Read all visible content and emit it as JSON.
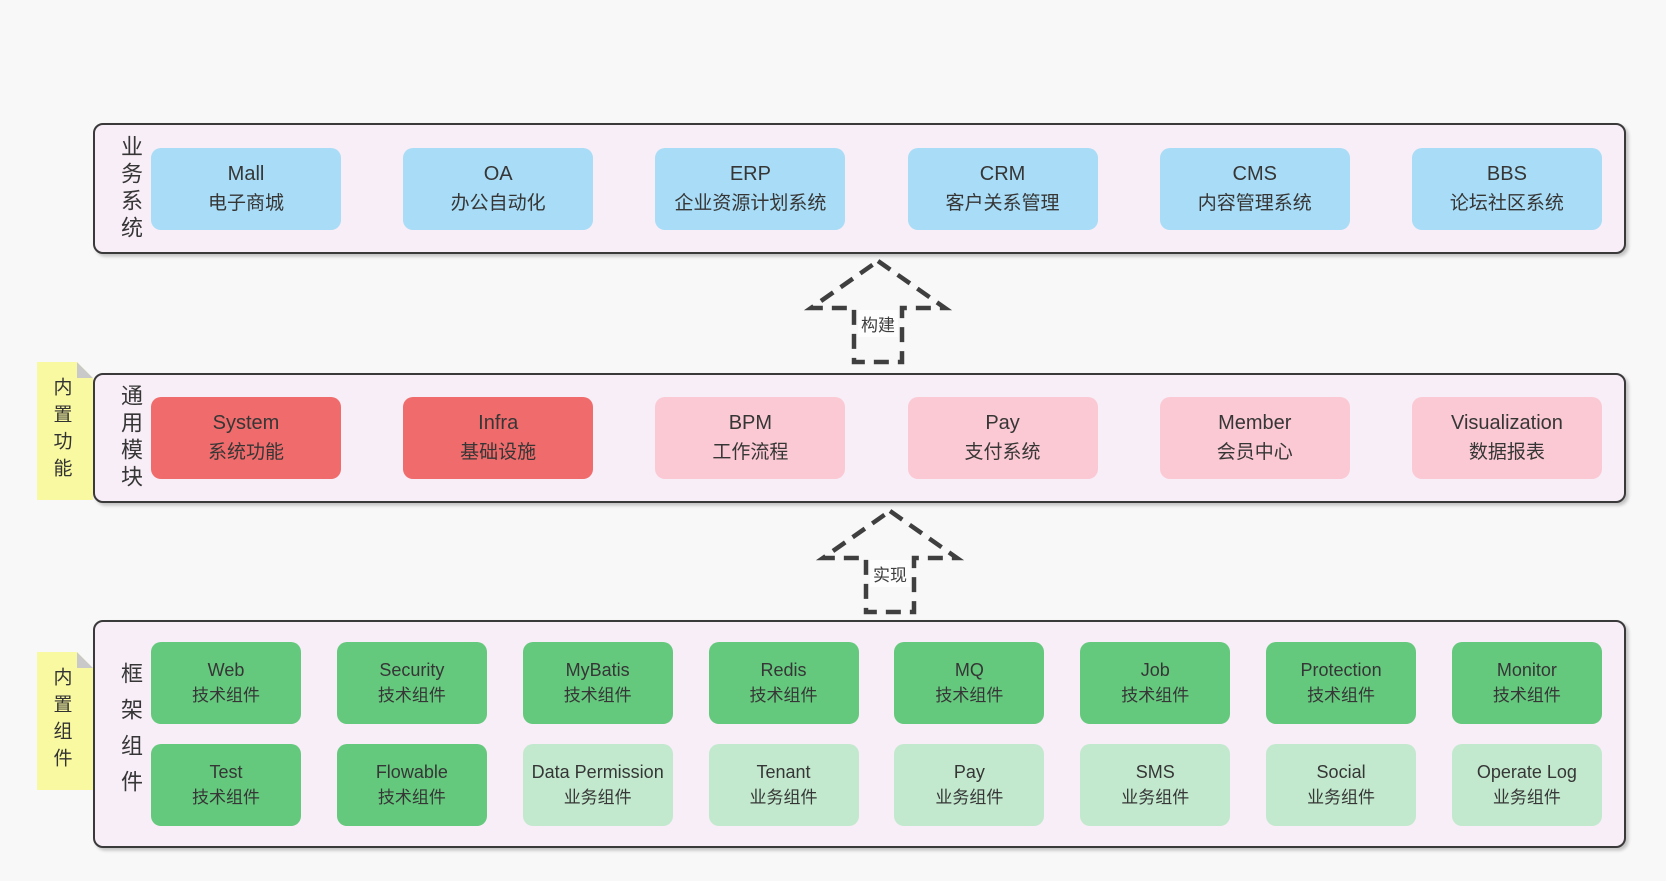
{
  "colors": {
    "page_bg": "#f8f8f8",
    "layer_bg": "#f8eef7",
    "border": "#3a3a3a",
    "text": "#363636",
    "blue": "#a9dcf6",
    "red": "#f06b6b",
    "pink": "#fbc9d4",
    "green": "#64c87d",
    "light_green": "#c2e9cd",
    "sticky": "#f9f9a1",
    "fold": "#c9c9c9",
    "arrow": "#3f3f3f",
    "label_bg": "#fdfdfd"
  },
  "arrows": [
    {
      "label": "构建"
    },
    {
      "label": "实现"
    }
  ],
  "layers": [
    {
      "label": "业务系统",
      "boxes": [
        {
          "name": "Mall",
          "desc": "电子商城"
        },
        {
          "name": "OA",
          "desc": "办公自动化"
        },
        {
          "name": "ERP",
          "desc": "企业资源计划系统"
        },
        {
          "name": "CRM",
          "desc": "客户关系管理"
        },
        {
          "name": "CMS",
          "desc": "内容管理系统"
        },
        {
          "name": "BBS",
          "desc": "论坛社区系统"
        }
      ]
    },
    {
      "label": "通用模块",
      "tab": "内置功能",
      "boxes": [
        {
          "name": "System",
          "desc": "系统功能"
        },
        {
          "name": "Infra",
          "desc": "基础设施"
        },
        {
          "name": "BPM",
          "desc": "工作流程"
        },
        {
          "name": "Pay",
          "desc": "支付系统"
        },
        {
          "name": "Member",
          "desc": "会员中心"
        },
        {
          "name": "Visualization",
          "desc": "数据报表"
        }
      ]
    },
    {
      "label": "框架组件",
      "tab": "内置组件",
      "row1": [
        {
          "name": "Web",
          "desc": "技术组件"
        },
        {
          "name": "Security",
          "desc": "技术组件"
        },
        {
          "name": "MyBatis",
          "desc": "技术组件"
        },
        {
          "name": "Redis",
          "desc": "技术组件"
        },
        {
          "name": "MQ",
          "desc": "技术组件"
        },
        {
          "name": "Job",
          "desc": "技术组件"
        },
        {
          "name": "Protection",
          "desc": "技术组件"
        },
        {
          "name": "Monitor",
          "desc": "技术组件"
        }
      ],
      "row2": [
        {
          "name": "Test",
          "desc": "技术组件"
        },
        {
          "name": "Flowable",
          "desc": "技术组件"
        },
        {
          "name": "Data Permission",
          "desc": "业务组件"
        },
        {
          "name": "Tenant",
          "desc": "业务组件"
        },
        {
          "name": "Pay",
          "desc": "业务组件"
        },
        {
          "name": "SMS",
          "desc": "业务组件"
        },
        {
          "name": "Social",
          "desc": "业务组件"
        },
        {
          "name": "Operate Log",
          "desc": "业务组件"
        }
      ]
    }
  ]
}
